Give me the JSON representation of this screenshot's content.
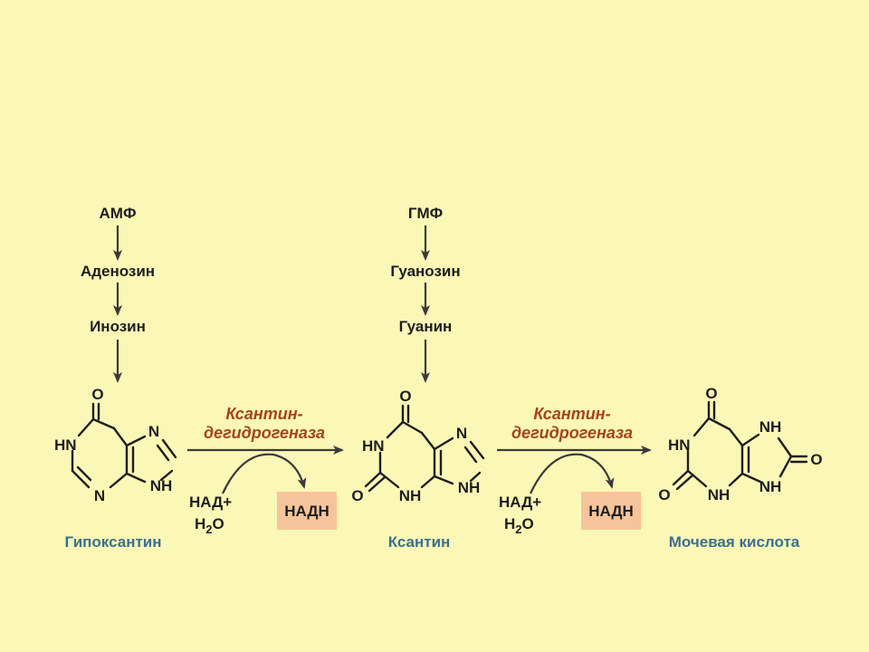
{
  "pathway": {
    "left_precursors": [
      "АМФ",
      "Аденозин",
      "Инозин"
    ],
    "right_precursors": [
      "ГМФ",
      "Гуанозин",
      "Гуанин"
    ]
  },
  "compounds": {
    "hypoxanthine": "Гипоксантин",
    "xanthine": "Ксантин",
    "uric_acid": "Мочевая кислота"
  },
  "atoms": {
    "O": "O",
    "HN": "HN",
    "N": "N",
    "NH": "NH"
  },
  "reactions": [
    {
      "enzyme_line1": "Ксантин-",
      "enzyme_line2": "дегидрогеназа",
      "cofactor": "НАД+",
      "water_h": "H",
      "water_sub": "2",
      "water_o": "O",
      "product": "НАДН"
    },
    {
      "enzyme_line1": "Ксантин-",
      "enzyme_line2": "дегидрогеназа",
      "cofactor": "НАД+",
      "water_h": "H",
      "water_sub": "2",
      "water_o": "O",
      "product": "НАДН"
    }
  ],
  "colors": {
    "background": "#fbf7b6",
    "compound_name": "#3d6f8e",
    "enzyme": "#a3461b",
    "product_box": "#f6c49a"
  }
}
